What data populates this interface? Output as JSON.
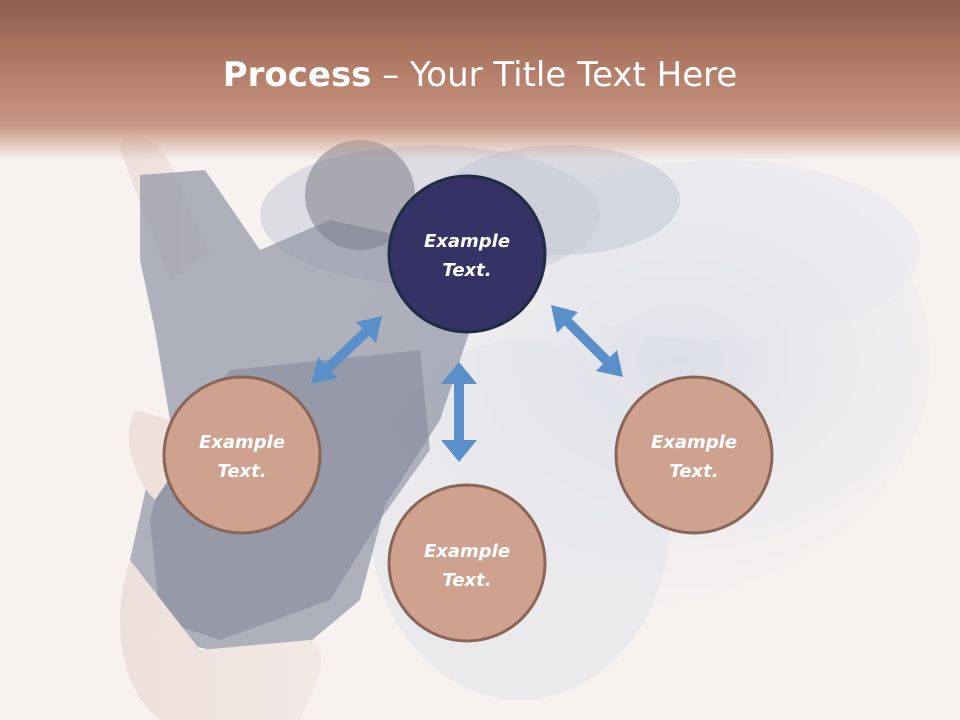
{
  "slide": {
    "title_bold": "Process",
    "title_rest": " – Your Title Text Here"
  },
  "nodes": [
    {
      "id": "top",
      "line1": "Example",
      "line2": "Text.",
      "fill": "#353366",
      "text_color": "#ffffff",
      "stroke": "#1f2c44"
    },
    {
      "id": "left",
      "line1": "Example",
      "line2": "Text.",
      "fill": "#cfa290",
      "text_color": "#ffffff",
      "stroke": "#8a6658"
    },
    {
      "id": "bottom",
      "line1": "Example",
      "line2": "Text.",
      "fill": "#cfa290",
      "text_color": "#ffffff",
      "stroke": "#8a6658"
    },
    {
      "id": "right",
      "line1": "Example",
      "line2": "Text.",
      "fill": "#cfa290",
      "text_color": "#ffffff",
      "stroke": "#8a6658"
    }
  ],
  "colors": {
    "arrow": "#5b8fca",
    "header": "#b47e69"
  },
  "icons": [
    "double-arrow-icon"
  ]
}
